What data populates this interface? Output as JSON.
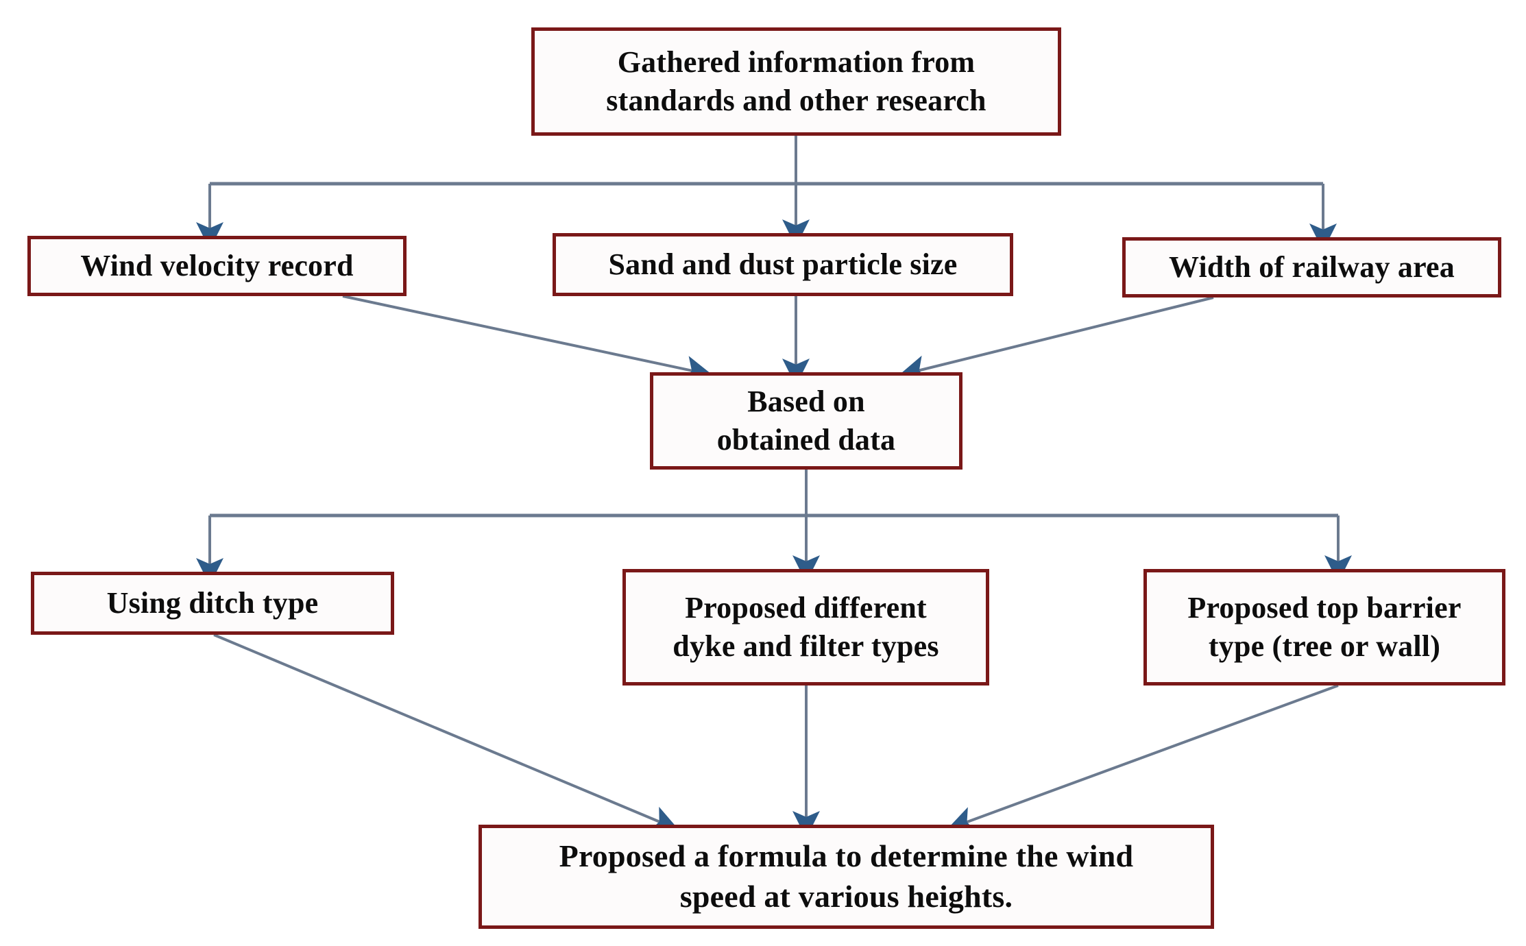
{
  "diagram": {
    "title": "Research methodology flowchart",
    "type": "flowchart",
    "background_color": "#ffffff",
    "node_border_color": "#7a1818",
    "node_fill_color": "#fdfbfb",
    "connector_line_color": "#6b7a8f",
    "arrowhead_color": "#2e5c8a",
    "nodes": [
      {
        "id": "root",
        "label": "Gathered information from\nstandards and other research",
        "level": 0
      },
      {
        "id": "wind",
        "label": "Wind velocity record",
        "level": 1
      },
      {
        "id": "sand",
        "label": "Sand and dust particle size",
        "level": 1
      },
      {
        "id": "width",
        "label": "Width of railway area",
        "level": 1
      },
      {
        "id": "based",
        "label": "Based on\nobtained data",
        "level": 2
      },
      {
        "id": "ditch",
        "label": "Using ditch type",
        "level": 3
      },
      {
        "id": "dyke",
        "label": "Proposed different\ndyke and filter types",
        "level": 3
      },
      {
        "id": "barrier",
        "label": "Proposed top barrier\ntype (tree or wall)",
        "level": 3
      },
      {
        "id": "formula",
        "label": "Proposed a formula to determine the wind\nspeed at various heights.",
        "level": 4
      }
    ],
    "edges": [
      {
        "from": "root",
        "to": "wind",
        "style": "elbow-bus"
      },
      {
        "from": "root",
        "to": "sand",
        "style": "straight-down"
      },
      {
        "from": "root",
        "to": "width",
        "style": "elbow-bus"
      },
      {
        "from": "wind",
        "to": "based",
        "style": "diagonal"
      },
      {
        "from": "sand",
        "to": "based",
        "style": "straight-down"
      },
      {
        "from": "width",
        "to": "based",
        "style": "diagonal"
      },
      {
        "from": "based",
        "to": "ditch",
        "style": "elbow-bus"
      },
      {
        "from": "based",
        "to": "dyke",
        "style": "straight-down"
      },
      {
        "from": "based",
        "to": "barrier",
        "style": "elbow-bus"
      },
      {
        "from": "ditch",
        "to": "formula",
        "style": "diagonal"
      },
      {
        "from": "dyke",
        "to": "formula",
        "style": "straight-down"
      },
      {
        "from": "barrier",
        "to": "formula",
        "style": "diagonal"
      }
    ]
  }
}
